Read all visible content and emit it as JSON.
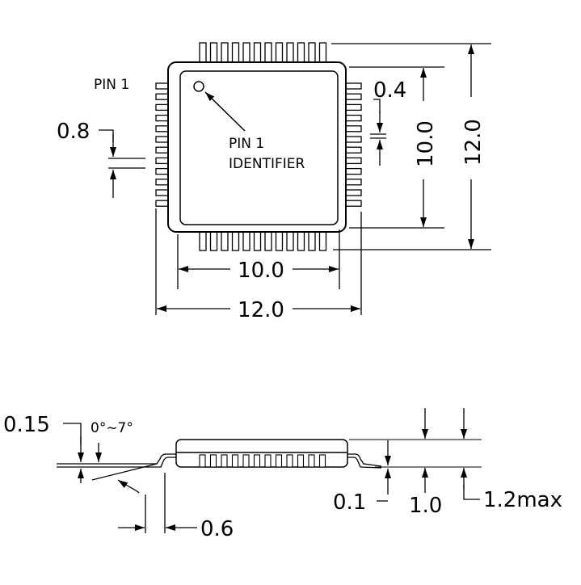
{
  "top_view": {
    "pin1_label": "PIN 1",
    "identifier_line1": "PIN 1",
    "identifier_line2": "IDENTIFIER",
    "dim_pitch": "0.8",
    "dim_lead_width": "0.4",
    "dim_body_height": "10.0",
    "dim_total_height": "12.0",
    "dim_body_width": "10.0",
    "dim_total_width": "12.0"
  },
  "side_view": {
    "dim_thickness": "0.15",
    "dim_angle": "0°~7°",
    "dim_foot": "0.6",
    "dim_standoff": "0.1",
    "dim_body": "1.0",
    "dim_height": "1.2max"
  },
  "colors": {
    "line": "#000000",
    "background": "#ffffff"
  }
}
